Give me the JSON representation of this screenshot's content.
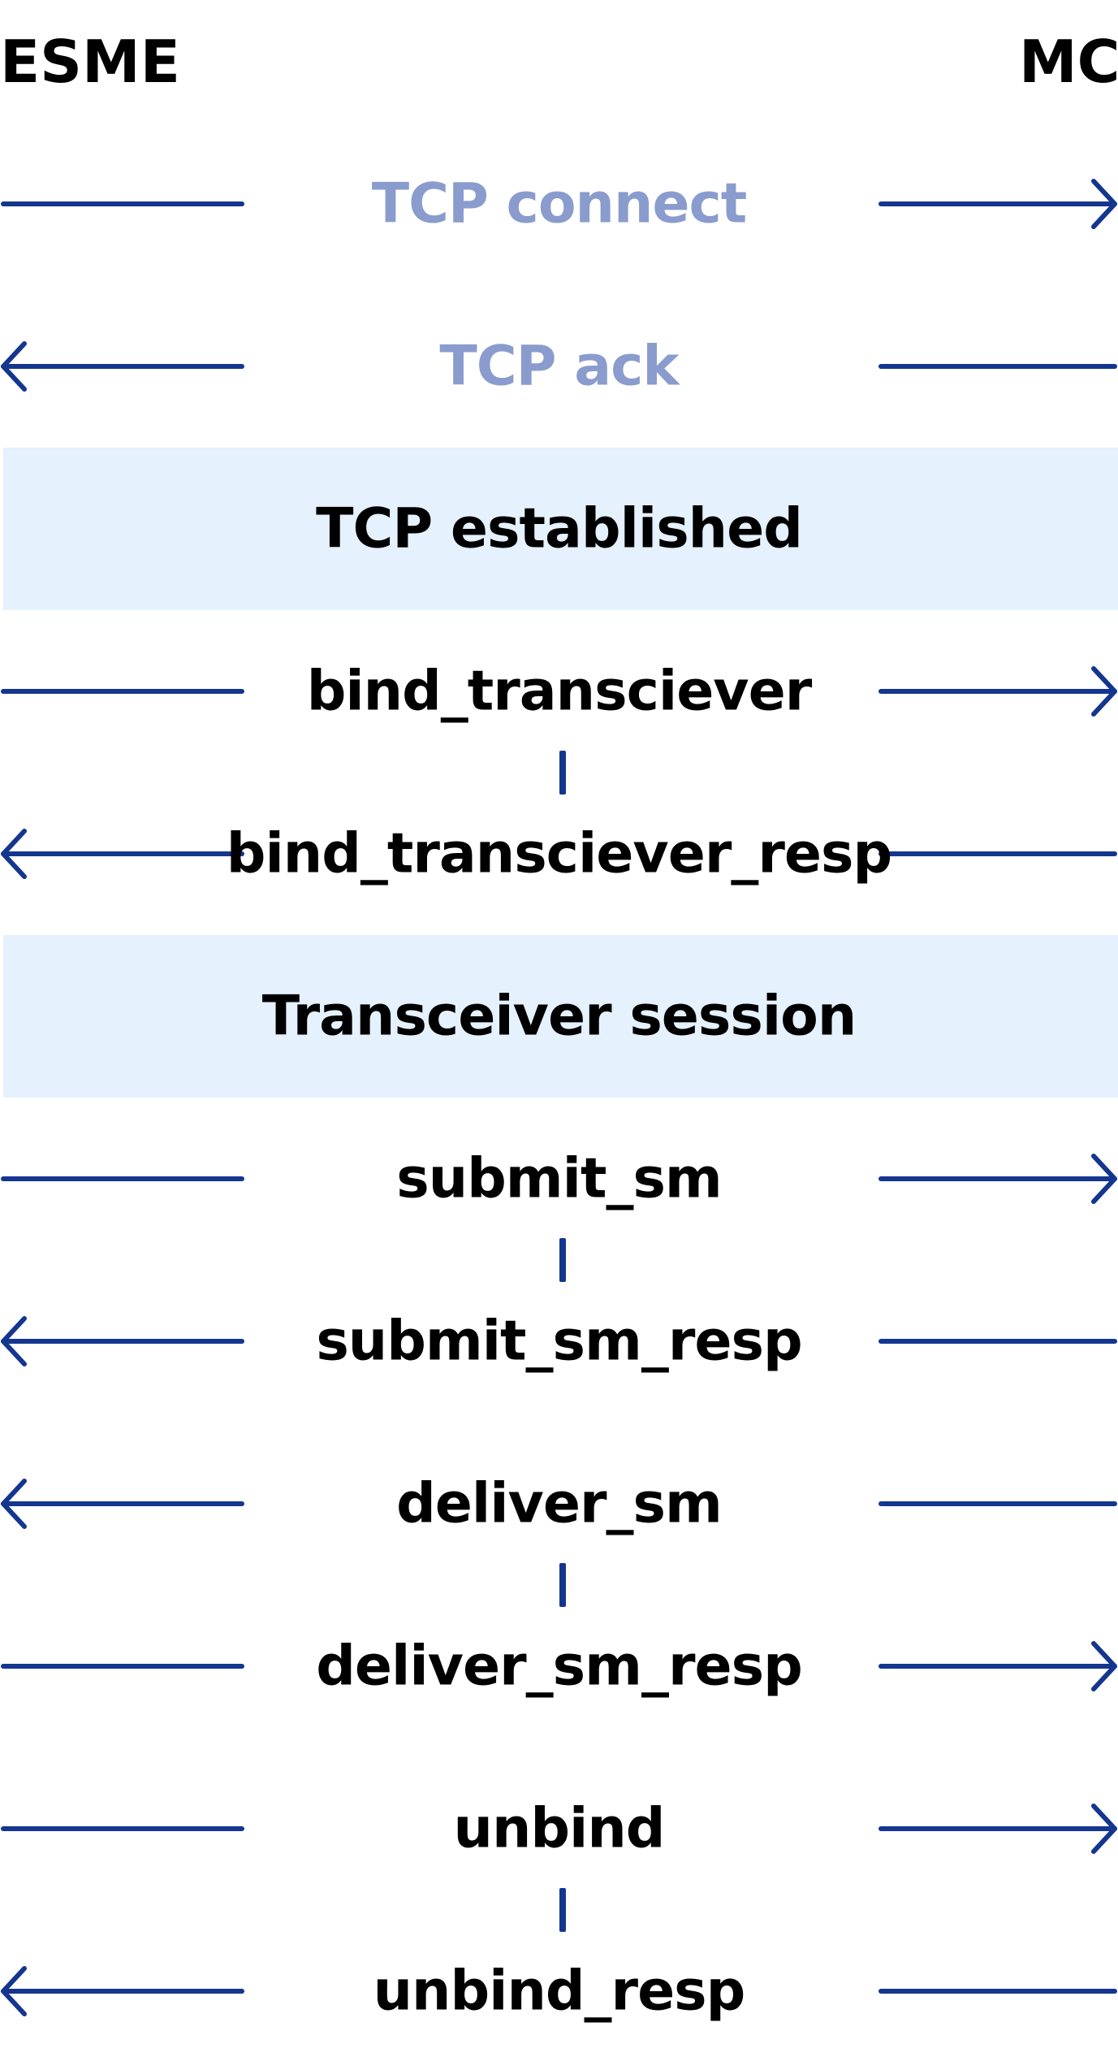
{
  "diagram": {
    "actors": {
      "left": "ESME",
      "right": "MC"
    },
    "colors": {
      "line": "#14368f",
      "muted_text": "#8a9ccd",
      "text": "#000000",
      "band": "#e5f1fc"
    },
    "steps": [
      {
        "kind": "message",
        "label": "TCP connect",
        "direction": "right",
        "muted": true
      },
      {
        "kind": "message",
        "label": "TCP ack",
        "direction": "left",
        "muted": true
      },
      {
        "kind": "phase",
        "label": "TCP established"
      },
      {
        "kind": "message",
        "label": "bind_transciever",
        "direction": "right",
        "muted": false
      },
      {
        "kind": "message",
        "label": "bind_transciever_resp",
        "direction": "left",
        "muted": false
      },
      {
        "kind": "phase",
        "label": "Transceiver session"
      },
      {
        "kind": "message",
        "label": "submit_sm",
        "direction": "right",
        "muted": false
      },
      {
        "kind": "message",
        "label": "submit_sm_resp",
        "direction": "left",
        "muted": false
      },
      {
        "kind": "message",
        "label": "deliver_sm",
        "direction": "left",
        "muted": false
      },
      {
        "kind": "message",
        "label": "deliver_sm_resp",
        "direction": "right",
        "muted": false
      },
      {
        "kind": "message",
        "label": "unbind",
        "direction": "right",
        "muted": false
      },
      {
        "kind": "message",
        "label": "unbind_resp",
        "direction": "left",
        "muted": false
      }
    ],
    "pairs": [
      [
        3,
        4
      ],
      [
        6,
        7
      ],
      [
        8,
        9
      ],
      [
        10,
        11
      ]
    ]
  }
}
